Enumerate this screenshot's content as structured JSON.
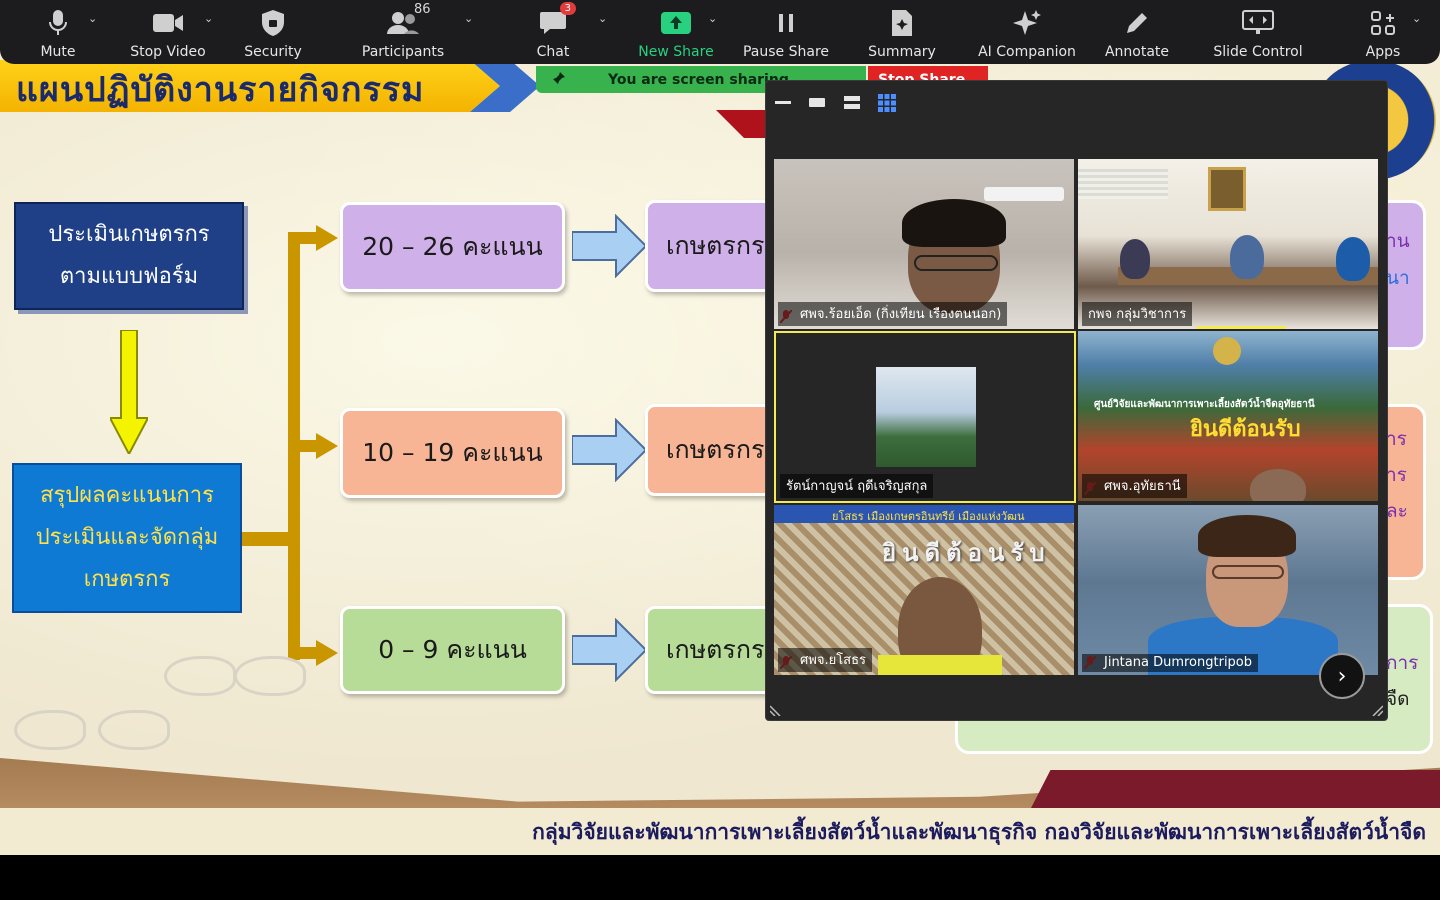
{
  "slide": {
    "title": "แผนปฏิบัติงานรายกิจกรรม",
    "assess_box": [
      "ประเมินเกษตรกร",
      "ตามแบบฟอร์ม"
    ],
    "summary_box": [
      "สรุปผลคะแนนการ",
      "ประเมินและจัดกลุ่ม",
      "เกษตรกร"
    ],
    "scores": [
      "20 – 26 คะแนน",
      "10 – 19 คะแนน",
      "0 – 9 คะแนน"
    ],
    "farmer_label": "เกษตรกร",
    "right_fragments": {
      "purple": [
        "าน",
        "นา"
      ],
      "orange": [
        "าร",
        "าร",
        "ละ"
      ],
      "green": [
        "การ",
        "จืด"
      ]
    },
    "footer": "กลุ่มวิจัยและพัฒนาการเพาะเลี้ยงสัตว์น้ำและพัฒนาธุรกิจ  กองวิจัยและพัฒนาการเพาะเลี้ยงสัตว์น้ำจืด",
    "colors": {
      "title_band": "#f3b300",
      "title_text": "#1b2a6b",
      "accent_blue": "#0f7ad3"
    }
  },
  "toolbar": {
    "items": [
      {
        "label": "Mute",
        "icon": "microphone-icon"
      },
      {
        "label": "Stop Video",
        "icon": "video-camera-icon"
      },
      {
        "label": "Security",
        "icon": "shield-icon"
      },
      {
        "label": "Participants",
        "icon": "participants-icon",
        "count": "86"
      },
      {
        "label": "Chat",
        "icon": "chat-icon",
        "badge": "3"
      },
      {
        "label": "New Share",
        "icon": "share-screen-icon"
      },
      {
        "label": "Pause Share",
        "icon": "pause-icon"
      },
      {
        "label": "Summary",
        "icon": "summary-icon"
      },
      {
        "label": "AI Companion",
        "icon": "sparkle-icon"
      },
      {
        "label": "Annotate",
        "icon": "pencil-icon"
      },
      {
        "label": "Slide Control",
        "icon": "slide-control-icon"
      },
      {
        "label": "Apps",
        "icon": "apps-icon"
      }
    ]
  },
  "share": {
    "banner": "You are screen sharing",
    "stop": "Stop Share"
  },
  "gallery": {
    "tiles": [
      {
        "name": "ศพจ.ร้อยเอ็ด (กิ่งเทียน เรืองตนนอก)",
        "muted": true
      },
      {
        "name": "กพจ กลุ่มวิชาการ",
        "muted": false
      },
      {
        "name": "รัตน์กาญจน์ ฤดีเจริญสกุล",
        "muted": false
      },
      {
        "name": "ศพจ.อุทัยธานี",
        "muted": true
      },
      {
        "name": "ศพจ.ยโสธร",
        "muted": true
      },
      {
        "name": "Jintana Dumrongtripob",
        "muted": true
      }
    ],
    "banner_texts": {
      "tile4_top": "ศูนย์วิจัยและพัฒนาการเพาะเลี้ยงสัตว์น้ำจืดอุทัยธานี",
      "tile4_welcome": "ยินดีต้อนรับ",
      "tile5_top": "ยโสธร  เมืองเกษตรอินทรีย์  เมืองแห่งวัฒน",
      "tile5_welcome": "ยินดีต้อนรับ"
    }
  }
}
